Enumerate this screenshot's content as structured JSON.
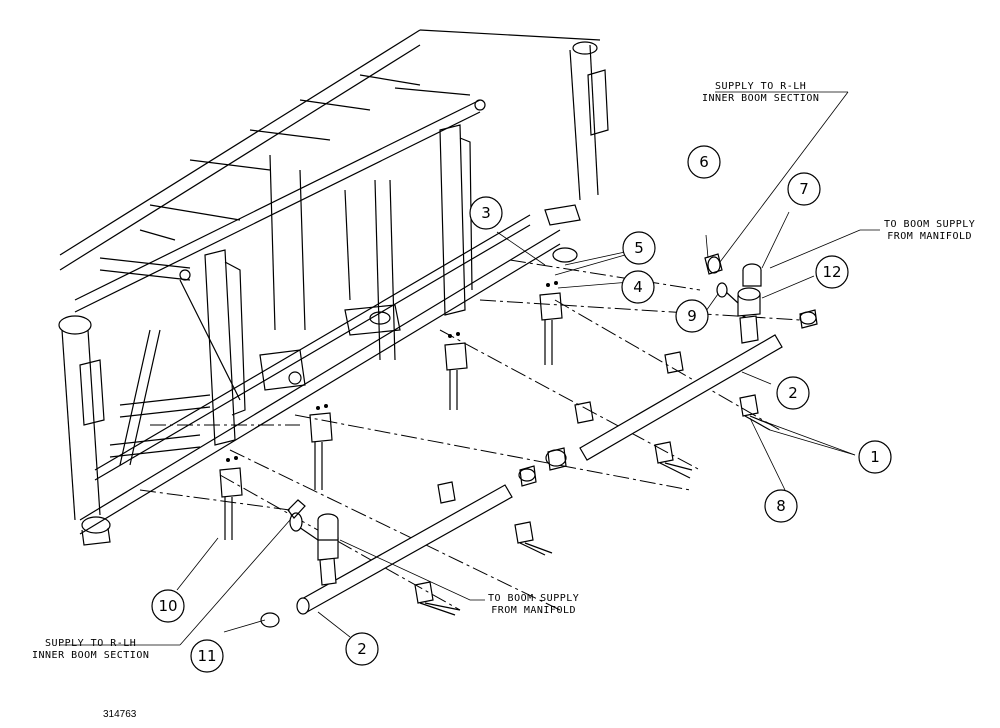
{
  "figure_number": "314763",
  "callouts": {
    "supply_top": [
      "SUPPLY TO R-LH",
      "INNER BOOM SECTION"
    ],
    "boom_supply_right": [
      "TO BOOM SUPPLY",
      "FROM MANIFOLD"
    ],
    "boom_supply_bottom": [
      "TO BOOM SUPPLY",
      "FROM MANIFOLD"
    ],
    "supply_bottom": [
      "SUPPLY TO R-LH",
      "INNER BOOM SECTION"
    ]
  },
  "item_numbers": {
    "n1": "1",
    "n2a": "2",
    "n2b": "2",
    "n3": "3",
    "n4": "4",
    "n5": "5",
    "n6": "6",
    "n7": "7",
    "n8": "8",
    "n9": "9",
    "n10": "10",
    "n11": "11",
    "n12": "12"
  }
}
